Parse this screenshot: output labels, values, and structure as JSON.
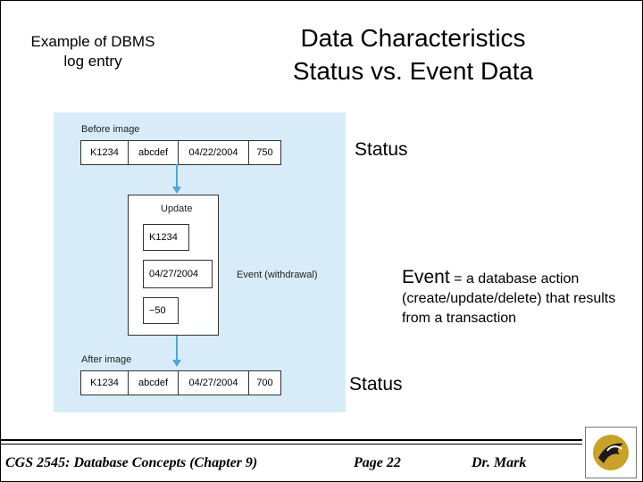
{
  "slide": {
    "caption_line1": "Example of DBMS",
    "caption_line2": "log entry",
    "title_line1": "Data Characteristics",
    "title_line2": "Status vs. Event Data"
  },
  "diagram": {
    "before_label": "Before image",
    "before_row": [
      "K1234",
      "abcdef",
      "04/22/2004",
      "750"
    ],
    "update_label": "Update",
    "update_fields": [
      "K1234",
      "04/27/2004",
      "−50"
    ],
    "event_label": "Event (withdrawal)",
    "after_label": "After image",
    "after_row": [
      "K1234",
      "abcdef",
      "04/27/2004",
      "700"
    ]
  },
  "annotations": {
    "status_top": "Status",
    "event_word": "Event",
    "event_def": " = a database action (create/update/delete) that results from a transaction",
    "status_bottom": "Status"
  },
  "footer": {
    "course": "CGS 2545: Database Concepts  (Chapter 9)",
    "page": "Page 22",
    "author": "Dr. Mark"
  },
  "colors": {
    "arrow": "#4aa9d6",
    "diagram_bg": "#d7ecf8"
  },
  "icons": {
    "logo": "ucf-pegasus-logo-icon"
  }
}
